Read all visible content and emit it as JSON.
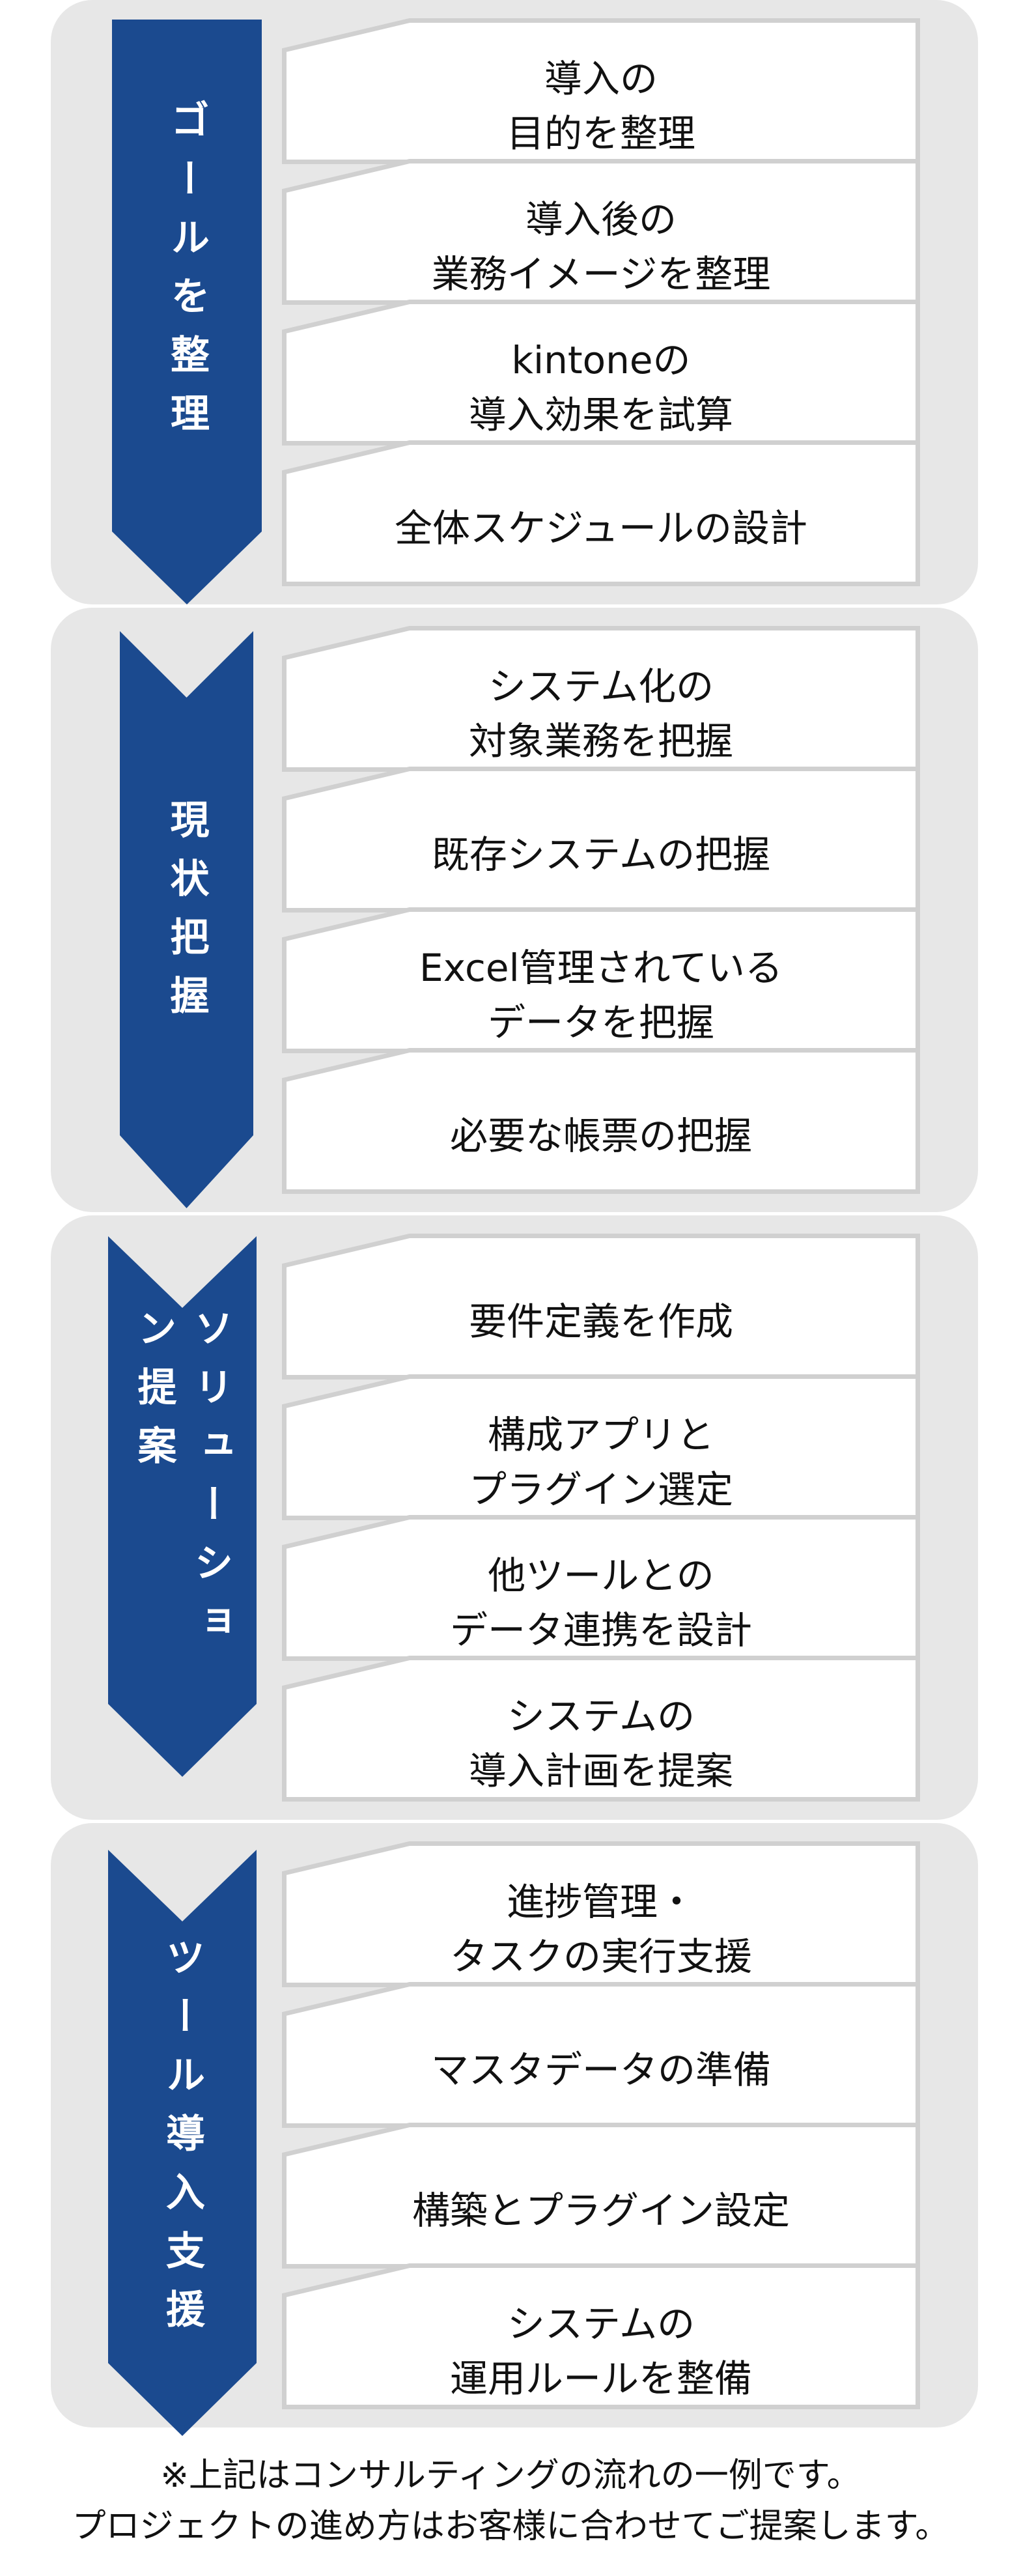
{
  "colors": {
    "arrow": "#1b4a8f",
    "panel": "#e7e7e7",
    "card_border": "#d0d0d0"
  },
  "phases": [
    {
      "label": "ゴールを整理",
      "steps": [
        [
          "導入の",
          "目的を整理"
        ],
        [
          "導入後の",
          "業務イメージを整理"
        ],
        [
          "kintoneの",
          "導入効果を試算"
        ],
        [
          "全体スケジュールの設計"
        ]
      ]
    },
    {
      "label": "現状把握",
      "steps": [
        [
          "システム化の",
          "対象業務を把握"
        ],
        [
          "既存システムの把握"
        ],
        [
          "Excel管理されている",
          "データを把握"
        ],
        [
          "必要な帳票の把握"
        ]
      ]
    },
    {
      "label": "ソリューション提案",
      "steps": [
        [
          "要件定義を作成"
        ],
        [
          "構成アプリと",
          "プラグイン選定"
        ],
        [
          "他ツールとの",
          "データ連携を設計"
        ],
        [
          "システムの",
          "導入計画を提案"
        ]
      ]
    },
    {
      "label": "ツール導入支援",
      "steps": [
        [
          "進捗管理・",
          "タスクの実行支援"
        ],
        [
          "マスタデータの準備"
        ],
        [
          "構築とプラグイン設定"
        ],
        [
          "システムの",
          "運用ルールを整備"
        ]
      ]
    }
  ],
  "footer": {
    "line1": "※上記はコンサルティングの流れの一例です。",
    "line2": "プロジェクトの進め方はお客様に合わせてご提案します。"
  }
}
